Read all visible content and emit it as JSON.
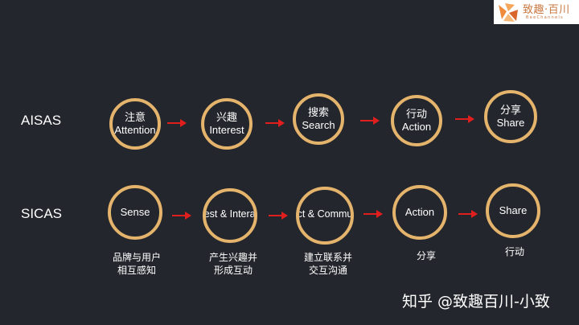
{
  "logo": {
    "name_cn": "致趣·百川",
    "name_en": "BeeChannels"
  },
  "rows": [
    {
      "label": "AISAS",
      "nodes": [
        "注意\nAttention",
        "兴趣\nInterest",
        "搜索\nSearch",
        "行动\nAction",
        "分享\nShare"
      ]
    },
    {
      "label": "SICAS",
      "nodes": [
        "Sense",
        "Interest &\nInteractive",
        "Connect &\nCommunic\nate",
        "Action",
        "Share"
      ],
      "captions": [
        "品牌与用户\n相互感知",
        "产生兴趣并\n形成互动",
        "建立联系并\n交互沟通",
        "分享",
        "行动"
      ]
    }
  ],
  "watermark": "知乎 @致趣百川-小致",
  "colors": {
    "background": "#23262c",
    "circle_border": "#e5b46c",
    "arrow": "#e01e1e"
  }
}
